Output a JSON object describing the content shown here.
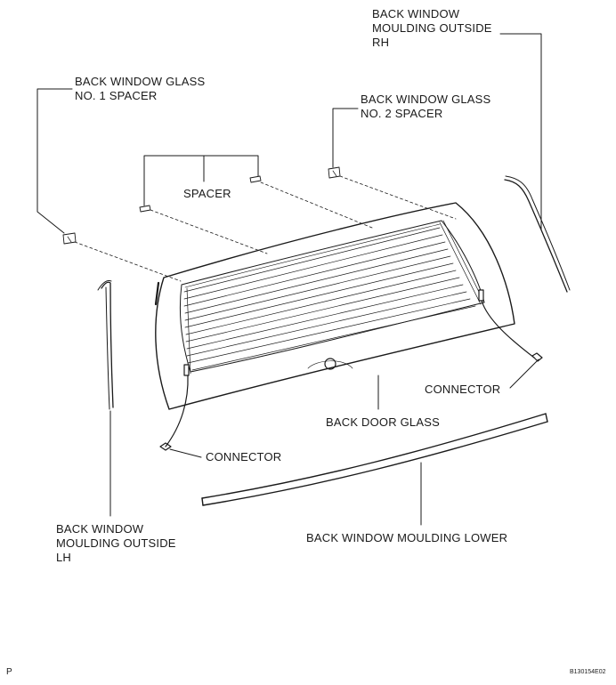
{
  "labels": {
    "moulding_outside_rh": [
      "BACK WINDOW",
      "MOULDING OUTSIDE",
      "RH"
    ],
    "glass_spacer_no1": [
      "BACK WINDOW GLASS",
      "NO. 1 SPACER"
    ],
    "glass_spacer_no2": [
      "BACK WINDOW GLASS",
      "NO. 2 SPACER"
    ],
    "spacer": "SPACER",
    "connector_right": "CONNECTOR",
    "back_door_glass": "BACK DOOR GLASS",
    "connector_left": "CONNECTOR",
    "moulding_outside_lh": [
      "BACK WINDOW",
      "MOULDING OUTSIDE",
      "LH"
    ],
    "moulding_lower": "BACK WINDOW MOULDING LOWER"
  },
  "footer": {
    "page_mark": "P",
    "figure_code": "B130154E02"
  },
  "colors": {
    "ink": "#1a1a1a",
    "background": "#ffffff"
  }
}
